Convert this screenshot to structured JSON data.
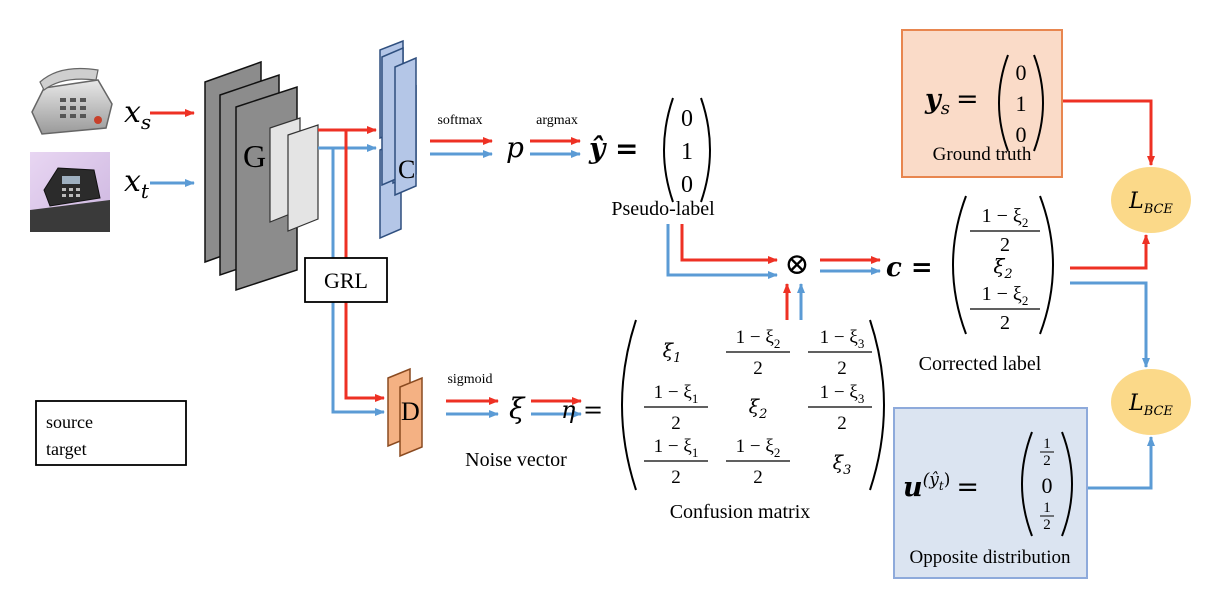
{
  "inputs": {
    "source_symbol": "x",
    "source_sub": "s",
    "target_symbol": "x",
    "target_sub": "t"
  },
  "blocks": {
    "generator": "G",
    "classifier": "C",
    "discriminator": "D",
    "grl": "GRL"
  },
  "ops": {
    "softmax": "softmax",
    "argmax": "argmax",
    "sigmoid": "sigmoid",
    "otimes": "⊗"
  },
  "symbols": {
    "p": "p",
    "xi": "ξ",
    "eta_eq": "η =",
    "yhat_eq": "ŷ =",
    "c_eq": "c =",
    "ys_symbol": "y",
    "ys_sub": "s",
    "u_symbol": "u",
    "u_sup": "(ŷ",
    "u_sup_sub": "t",
    "u_sup_close": ")",
    "equals": "=",
    "lbce": "L",
    "lbce_sub": "BCE"
  },
  "vectors": {
    "yhat": [
      "0",
      "1",
      "0"
    ],
    "ys": [
      "0",
      "1",
      "0"
    ],
    "u": [
      "1",
      "2",
      "0",
      "1",
      "2"
    ]
  },
  "corrected": {
    "num1": "1 − ξ",
    "sub1": "2",
    "den1": "2",
    "mid": "ξ",
    "mid_sub": "2",
    "num3": "1 − ξ",
    "sub3": "2",
    "den3": "2"
  },
  "matrix": {
    "c11": "ξ",
    "c11s": "1",
    "c12n": "1 − ξ",
    "c12s": "2",
    "c12d": "2",
    "c13n": "1 − ξ",
    "c13s": "3",
    "c13d": "2",
    "c21n": "1 − ξ",
    "c21s": "1",
    "c21d": "2",
    "c22": "ξ",
    "c22s": "2",
    "c23n": "1 − ξ",
    "c23s": "3",
    "c23d": "2",
    "c31n": "1 − ξ",
    "c31s": "1",
    "c31d": "2",
    "c32n": "1 − ξ",
    "c32s": "2",
    "c32d": "2",
    "c33": "ξ",
    "c33s": "3"
  },
  "labels": {
    "pseudo_label": "Pseudo-label",
    "noise_vector": "Noise vector",
    "confusion_matrix": "Confusion matrix",
    "corrected_label": "Corrected label",
    "ground_truth": "Ground truth",
    "opposite_distribution": "Opposite distribution"
  },
  "legend": {
    "source": "source",
    "target": "target"
  },
  "colors": {
    "source": "#ee3124",
    "target": "#5b9bd5",
    "ground_truth_fill": "#fadbc8",
    "ground_truth_stroke": "#e8864f",
    "opposite_fill": "#dbe4f1",
    "opposite_stroke": "#8eaadb",
    "loss_fill": "#fbd989",
    "classifier_fill": "#b4c6e7",
    "discriminator_fill": "#f4b183"
  }
}
